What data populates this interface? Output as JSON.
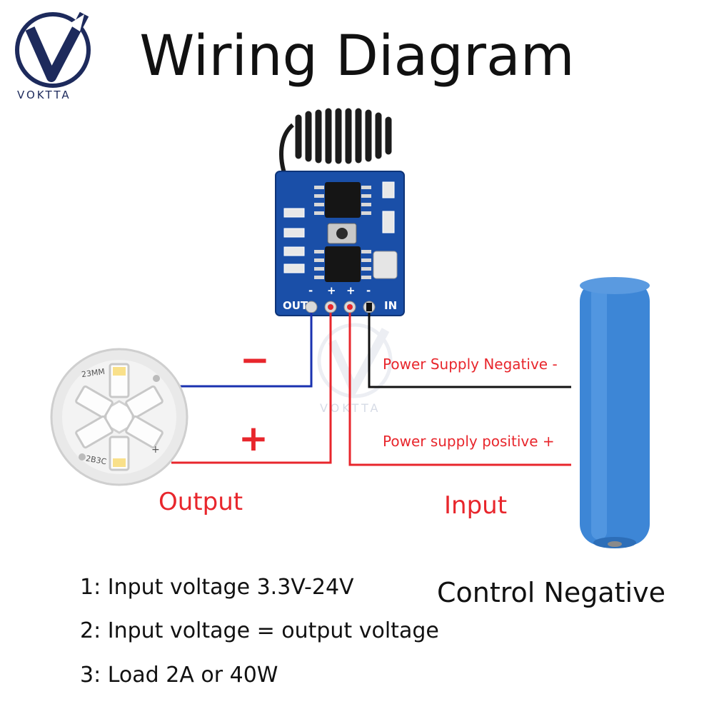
{
  "title": "Wiring Diagram",
  "brand": {
    "logo_text": "VOKTTA",
    "watermark_text": "VOKTTA",
    "accent": "#1d2a5c"
  },
  "module": {
    "pin_labels": [
      "OUT",
      "-",
      "+",
      "+",
      "-",
      "IN"
    ],
    "board_color": "#1a4fa8"
  },
  "led_board": {
    "top_text": "23MM",
    "bottom_text": "2B3C",
    "plus_mark": "+"
  },
  "wires": {
    "negative_symbol": "−",
    "positive_symbol": "+",
    "supply_negative_label": "Power Supply Negative -",
    "supply_positive_label": "Power supply positive +",
    "colors": {
      "negative_out": "#1a32b0",
      "positive": "#e8262c",
      "negative_in": "#111111"
    }
  },
  "labels": {
    "output": "Output",
    "input": "Input",
    "control_negative": "Control Negative"
  },
  "notes": [
    "1: Input voltage 3.3V-24V",
    "2: Input voltage = output voltage",
    "3: Load 2A or 40W"
  ]
}
